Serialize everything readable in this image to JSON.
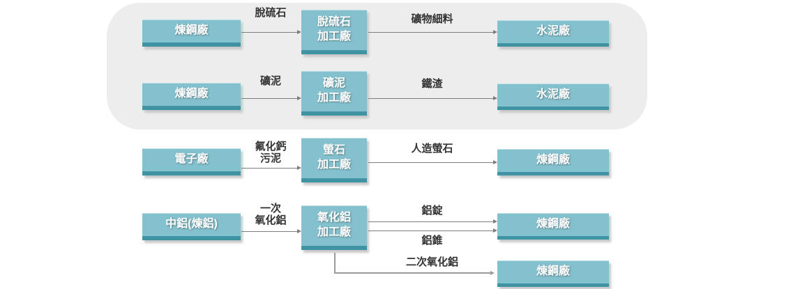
{
  "colors": {
    "box_fill": "#84c1ce",
    "box_edge": "#3f93a3",
    "box_text": "#ffffff",
    "panel_bg": "#ededed",
    "arrow": "#7d7d7d",
    "label_text": "#333333"
  },
  "rows": [
    {
      "source": "煉鋼廠",
      "material_line1": "脫硫石",
      "processor_line1": "脫硫石",
      "processor_line2": "加工廠",
      "product": "礦物細料",
      "target": "水泥廠"
    },
    {
      "source": "煉鋼廠",
      "material_line1": "礦泥",
      "processor_line1": "礦泥",
      "processor_line2": "加工廠",
      "product": "鐵渣",
      "target": "水泥廠"
    },
    {
      "source": "電子廠",
      "material_line1": "氟化鈣",
      "material_line2": "污泥",
      "processor_line1": "螢石",
      "processor_line2": "加工廠",
      "product": "人造螢石",
      "target": "煉鋼廠"
    },
    {
      "source": "中鋁(煉鋁)",
      "material_line1": "一次",
      "material_line2": "氧化鋁",
      "processor_line1": "氧化鋁",
      "processor_line2": "加工廠",
      "product_top": "鋁錠",
      "product_bottom": "鋁錐",
      "target": "煉鋼廠",
      "secondary_product": "二次氧化鋁",
      "secondary_target": "煉鋼廠"
    }
  ]
}
